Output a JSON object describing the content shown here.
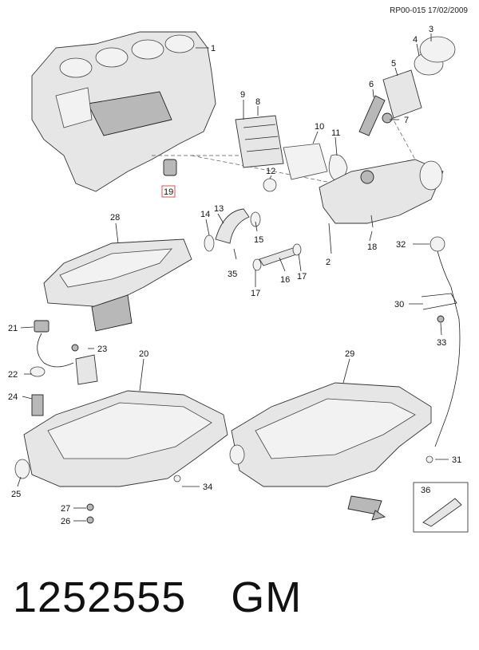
{
  "header": {
    "ref": "RP00-015 17/02/2009"
  },
  "callouts": [
    "1",
    "2",
    "3",
    "4",
    "5",
    "6",
    "7",
    "8",
    "9",
    "10",
    "11",
    "12",
    "13",
    "14",
    "15",
    "16",
    "17",
    "17",
    "18",
    "19",
    "20",
    "21",
    "22",
    "23",
    "24",
    "25",
    "26",
    "27",
    "28",
    "29",
    "30",
    "31",
    "32",
    "33",
    "34",
    "35",
    "36"
  ],
  "footer": {
    "part_number": "1252555",
    "brand": "GM"
  },
  "colors": {
    "line": "#222222",
    "fill": "#e6e6e6",
    "highlight_box": "#d9534f"
  }
}
